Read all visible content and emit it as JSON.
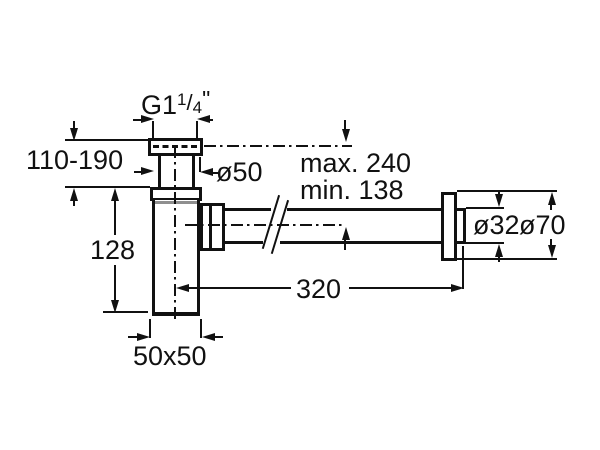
{
  "colors": {
    "line": "#111111",
    "seal": "#8f8f8f",
    "background": "#ffffff"
  },
  "drawing": {
    "thread": {
      "base": "G1",
      "num": "1",
      "slash": "/",
      "den": "4",
      "unit": "\""
    },
    "height_range": "110-190",
    "flange_diameter": "ø50",
    "depth_max": "max. 240",
    "depth_min": "min. 138",
    "body_height": "128",
    "outlet_length": "320",
    "pipe_diameter": "ø32",
    "rosette_diameter": "ø70",
    "body_size": "50x50"
  }
}
